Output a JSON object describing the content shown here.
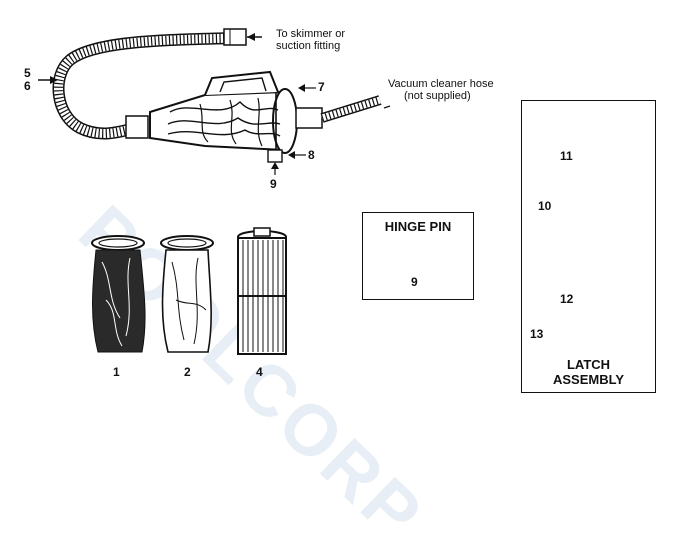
{
  "labels": {
    "skimmer_line1": "To skimmer or",
    "skimmer_line2": "suction fitting",
    "vacuum_line1": "Vacuum cleaner hose",
    "vacuum_line2": "(not supplied)"
  },
  "callouts": {
    "n5": "5",
    "n6": "6",
    "n7": "7",
    "n8": "8",
    "n9": "9",
    "n1": "1",
    "n2": "2",
    "n4": "4",
    "n10": "10",
    "n11": "11",
    "n12": "12",
    "n13": "13"
  },
  "hinge_box": {
    "title": "HINGE PIN",
    "part": "9"
  },
  "latch_box": {
    "title_line1": "LATCH",
    "title_line2": "ASSEMBLY"
  },
  "watermark": "POOLCORP"
}
